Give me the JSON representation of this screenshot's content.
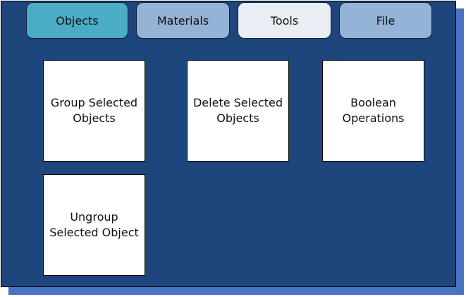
{
  "colors": {
    "panel_bg": "#1f467c",
    "shadow": "#4a74c2",
    "tab_active": "#4bacc6",
    "tab_inactive": "#95b3d7",
    "tab_tools": "#e9edf4",
    "tile_bg": "#ffffff"
  },
  "tabs": [
    {
      "label": "Objects",
      "state": "active"
    },
    {
      "label": "Materials",
      "state": "inactive"
    },
    {
      "label": "Tools",
      "state": "light"
    },
    {
      "label": "File",
      "state": "inactive"
    }
  ],
  "tiles": [
    {
      "label": "Group Selected\nObjects"
    },
    {
      "label": "Delete Selected\nObjects"
    },
    {
      "label": "Boolean\nOperations"
    },
    {
      "label": "Ungroup\nSelected Object"
    }
  ]
}
